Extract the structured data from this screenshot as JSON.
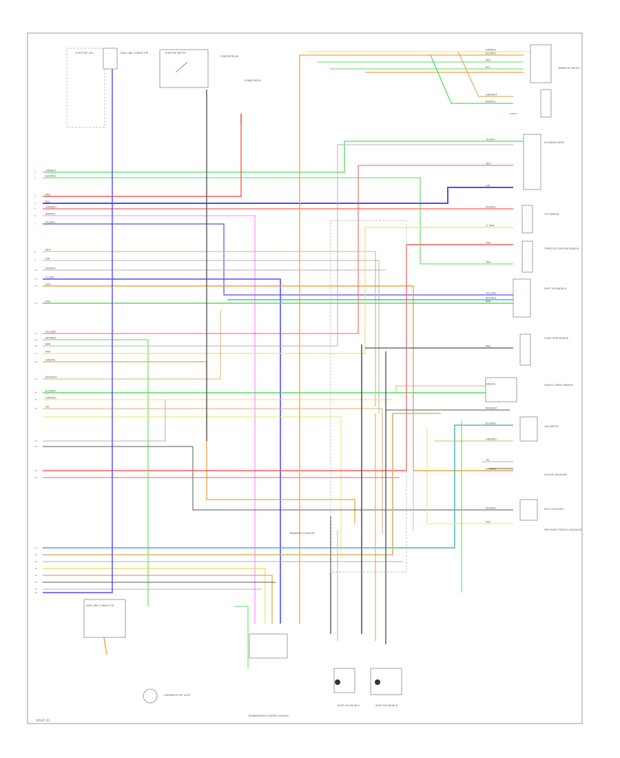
{
  "diagram": {
    "footer_id": "W0041-01",
    "colors": {
      "blue": "#4a4aff",
      "red": "#ff5a5a",
      "green": "#55dd55",
      "yellow": "#f2e060",
      "tan": "#d8b268",
      "orange": "#f0a040",
      "pink": "#ff80ff",
      "dark": "#555555",
      "grey": "#b0b0b0",
      "teal": "#4fb5b5"
    },
    "top_components": [
      "ECM FUSE 15A",
      "DATA LINK CONNECTOR",
      "IGNITION SWITCH",
      "STARTER RELAY",
      "POWER RELAY",
      "INHIBITOR SWITCH"
    ],
    "right_components": [
      "SOLENOID VALVE",
      "CTP SENSOR",
      "THROTTLE POSITION SENSOR",
      "SHIFT SOLENOID B",
      "FLUID TEMP SENSOR",
      "VEHICLE SPEED SENSOR",
      "O/D SWITCH",
      "LOCK-UP SOLENOID",
      "DUTY SOLENOID",
      "PRESSURE CONTROL SOLENOID"
    ],
    "bottom_components": [
      "TRANSMISSION CONTROL MODULE",
      "DATA LINK CONNECTOR",
      "OVERDRIVE OFF LIGHT",
      "SHIFT SOLENOID A",
      "SHIFT SOLENOID B",
      "TRANSFER SOLENOID"
    ],
    "wire_labels": [
      "GRN/BLK",
      "BLK/RED",
      "RED",
      "BLU",
      "GRN/WHT",
      "BRN/YEL",
      "YEL/BLK",
      "WHT",
      "GRY",
      "RED/BLK",
      "LT GRN",
      "ORG",
      "TAN",
      "YEL/GRN",
      "WHT/BLK",
      "BRN",
      "PNK",
      "GRN/YEL",
      "RED/WHT",
      "BLK/WHT",
      "GRN/RED",
      "YEL"
    ],
    "pin_numbers": [
      "1",
      "2",
      "3",
      "4",
      "5",
      "6",
      "7",
      "8",
      "9",
      "10",
      "11",
      "12",
      "13",
      "14",
      "15",
      "16",
      "17",
      "18",
      "19",
      "20",
      "21",
      "22",
      "23",
      "24",
      "25",
      "26",
      "27",
      "28",
      "29",
      "30",
      "31",
      "32",
      "33",
      "34"
    ]
  }
}
